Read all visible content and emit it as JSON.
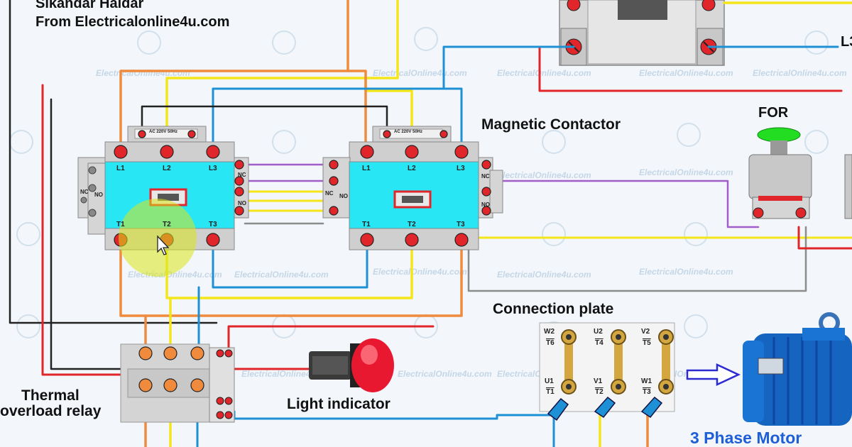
{
  "header": {
    "author": "Sikandar Haidar",
    "source": "From Electricalonline4u.com"
  },
  "labels": {
    "magnetic_contactor": "Magnetic Contactor",
    "connection_plate": "Connection plate",
    "thermal_overload_relay_line1": "Thermal",
    "thermal_overload_relay_line2": "overload relay",
    "light_indicator": "Light indicator",
    "motor": "3 Phase Motor",
    "for_button": "FOR",
    "l3_partial": "L3"
  },
  "contactor_left": {
    "coil_rating": "AC 220V 50Hz",
    "top_terminals": [
      "L1",
      "L2",
      "L3"
    ],
    "bottom_terminals": [
      "T1",
      "T2",
      "T3"
    ],
    "aux_labels": [
      "NC",
      "NO",
      "NC",
      "NO"
    ]
  },
  "contactor_right": {
    "coil_rating": "AC 220V 50Hz",
    "top_terminals": [
      "L1",
      "L2",
      "L3"
    ],
    "bottom_terminals": [
      "T1",
      "T2",
      "T3"
    ],
    "aux_labels": [
      "NC",
      "NO",
      "NC",
      "NO"
    ]
  },
  "connection_plate_terminals": {
    "top_row": [
      "W2",
      "U2",
      "V2"
    ],
    "top_row_sub": [
      "T6",
      "T4",
      "T5"
    ],
    "bottom_row": [
      "U1",
      "V1",
      "W1"
    ],
    "bottom_row_sub": [
      "T1",
      "T2",
      "T3"
    ]
  },
  "watermark": "ElectricalOnline4u.com",
  "colors": {
    "wire_red": "#e0262a",
    "wire_yellow": "#f5e61a",
    "wire_blue": "#1e90d6",
    "wire_orange": "#f08a3c",
    "wire_black": "#222222",
    "wire_purple": "#a25ec8",
    "wire_gray": "#8c8c8c",
    "contactor_cyan": "#29e6f5",
    "motor_blue": "#1565c0",
    "indicator_red": "#e81830",
    "push_button_green": "#22dd22"
  }
}
